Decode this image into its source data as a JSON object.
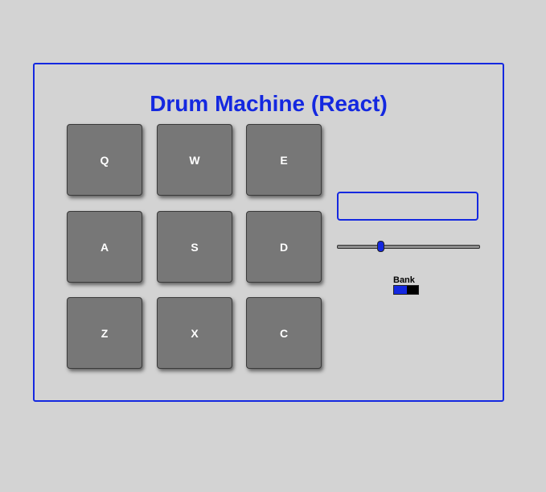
{
  "app": {
    "title": "Drum Machine (React)"
  },
  "pads": [
    {
      "key": "Q"
    },
    {
      "key": "W"
    },
    {
      "key": "E"
    },
    {
      "key": "A"
    },
    {
      "key": "S"
    },
    {
      "key": "D"
    },
    {
      "key": "Z"
    },
    {
      "key": "X"
    },
    {
      "key": "C"
    }
  ],
  "controls": {
    "display_text": "",
    "volume": 0.3,
    "bank_label": "Bank",
    "bank_on": false
  },
  "colors": {
    "accent": "#1428e0",
    "pad": "#777777",
    "background": "#d3d3d3"
  }
}
